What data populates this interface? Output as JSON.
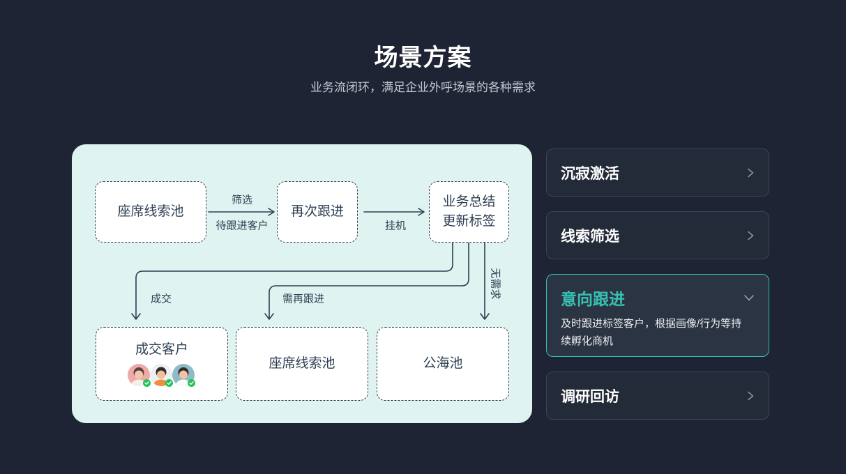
{
  "header": {
    "title": "场景方案",
    "subtitle": "业务流闭环，满足企业外呼场景的各种需求"
  },
  "flow": {
    "nodes": [
      {
        "id": "agent-lead-pool-top",
        "label": "座席线索池"
      },
      {
        "id": "follow-up-again",
        "label": "再次跟进"
      },
      {
        "id": "business-summary",
        "label": "业务总结\n更新标签"
      },
      {
        "id": "closed-customers",
        "label": "成交客户"
      },
      {
        "id": "agent-lead-pool-bottom",
        "label": "座席线索池"
      },
      {
        "id": "public-sea-pool",
        "label": "公海池"
      }
    ],
    "edge_labels": {
      "filter": "筛选",
      "pending_customers": "待跟进客户",
      "hang_up": "挂机",
      "deal": "成交",
      "need_follow_up": "需再跟进",
      "no_demand": "无需求"
    },
    "avatars": [
      {
        "name": "customer-avatar-1",
        "bg": "#edaaa8"
      },
      {
        "name": "customer-avatar-2",
        "bg": "#edeff1"
      },
      {
        "name": "customer-avatar-3",
        "bg": "#8fbac8"
      }
    ],
    "badge_color": "#25c25c"
  },
  "scenarios": {
    "items": [
      {
        "label": "沉寂激活",
        "expanded": false
      },
      {
        "label": "线索筛选",
        "expanded": false
      },
      {
        "label": "意向跟进",
        "expanded": true,
        "description": "及时跟进标签客户，根据画像/行为等持续孵化商机"
      },
      {
        "label": "调研回访",
        "expanded": false
      }
    ]
  },
  "colors": {
    "page_bg": "#1e2433",
    "panel_bg": "#dff3f1",
    "flow_ink": "#2e3f52",
    "accent_teal": "#38c0b3",
    "card_border": "#3b4456"
  }
}
